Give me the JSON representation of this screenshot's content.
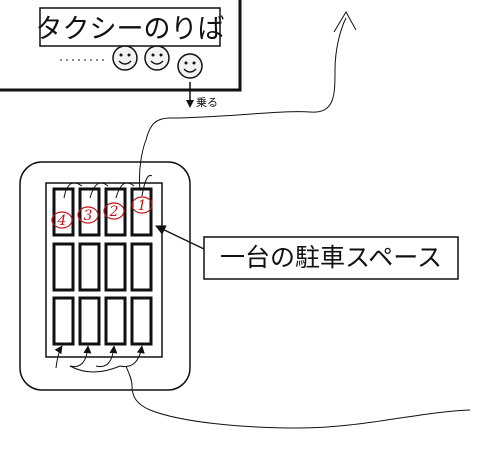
{
  "diagram": {
    "taxi_stand_sign": "タクシーのりば",
    "board_label": "乗る",
    "callout_label": "一台の駐車スペース",
    "spot_numbers": [
      "4",
      "3",
      "2",
      "1"
    ],
    "colors": {
      "ink": "#111111",
      "spot_number": "#c0141c",
      "paper": "#ffffff",
      "face_fill": "#f3f3f3"
    },
    "icons": [
      "smiley-face-icon",
      "down-arrow-icon",
      "up-arrow-icon"
    ]
  }
}
